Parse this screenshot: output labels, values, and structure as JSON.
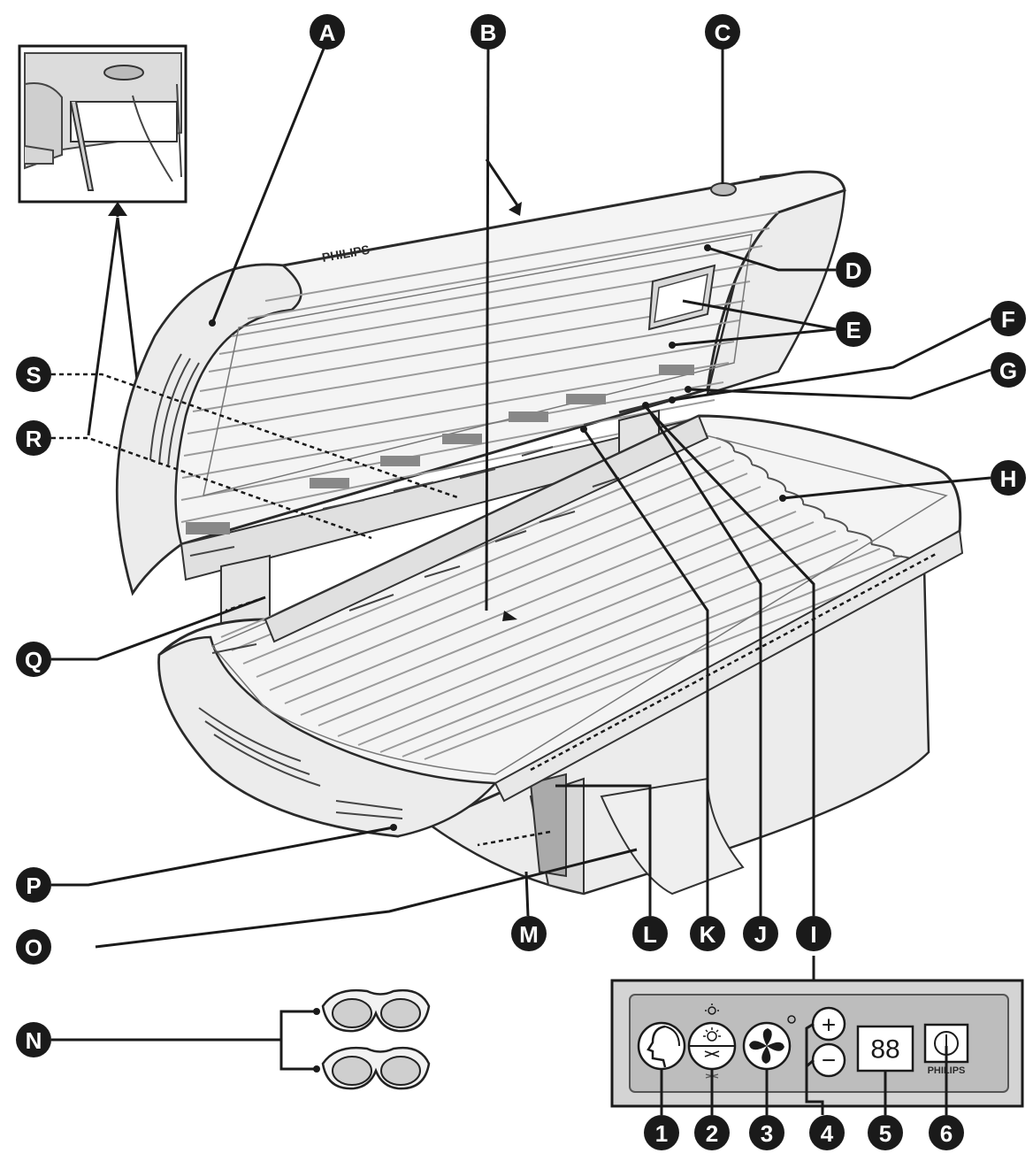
{
  "brand": "PHILIPS",
  "panel_brand": "PHILIPS",
  "display_digits": "88",
  "callouts": {
    "letters": [
      "A",
      "B",
      "C",
      "D",
      "E",
      "F",
      "G",
      "H",
      "I",
      "J",
      "K",
      "L",
      "M",
      "N",
      "O",
      "P",
      "Q",
      "R",
      "S"
    ],
    "numbers": [
      "1",
      "2",
      "3",
      "4",
      "5",
      "6"
    ]
  },
  "panel_symbols": {
    "plus": "+",
    "minus": "−"
  },
  "colors": {
    "callout": "#1a1a1a",
    "panel": "#d4d4d4",
    "panel_inner": "#bdbdbd",
    "outline": "#2a2a2a"
  },
  "icons": [
    "face-tanner-icon",
    "sun-toggle-icon",
    "fan-icon",
    "plus-icon",
    "minus-icon",
    "power-icon",
    "goggles-icon"
  ]
}
